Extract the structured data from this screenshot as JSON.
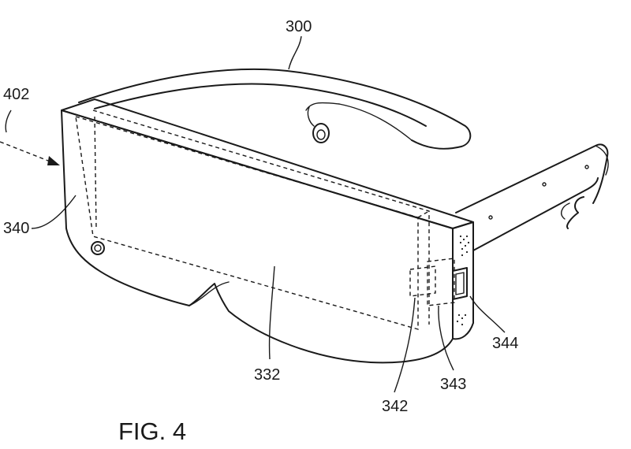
{
  "figure": {
    "caption": "FIG. 4",
    "reference_labels": {
      "device": "300",
      "view_direction": "402",
      "housing": "340",
      "display": "332",
      "connector_a": "342",
      "connector_b": "343",
      "connector_c": "344"
    }
  }
}
